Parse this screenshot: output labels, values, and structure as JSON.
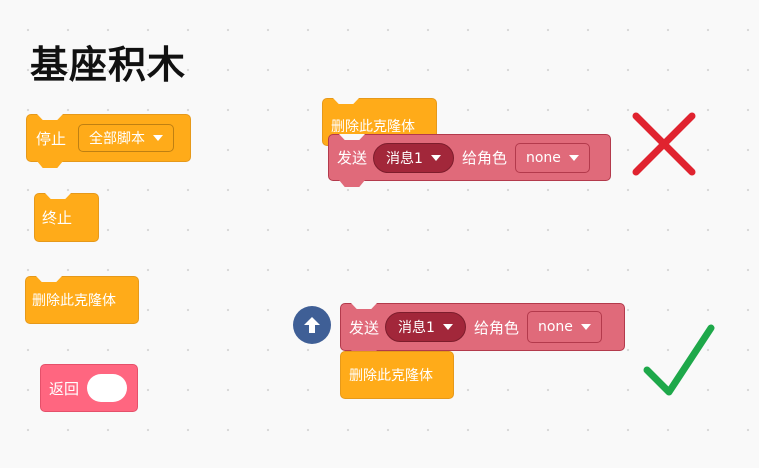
{
  "title": "基座积木",
  "palette": {
    "stop": {
      "label": "停止",
      "dropdown": "全部脚本"
    },
    "end": {
      "label": "终止"
    },
    "delete_clone": {
      "label": "删除此克隆体"
    },
    "return": {
      "label": "返回"
    }
  },
  "wrong_example": {
    "top_block": "删除此克隆体",
    "send_block": {
      "label": "发送",
      "message": "消息1",
      "to_role": "给角色",
      "target": "none"
    }
  },
  "right_example": {
    "send_block": {
      "label": "发送",
      "message": "消息1",
      "to_role": "给角色",
      "target": "none"
    },
    "bottom_block": "删除此克隆体"
  },
  "colors": {
    "control_orange": "#ffab19",
    "event_red": "#e06a7a",
    "return_pink": "#ff6680",
    "cross": "#e0232f",
    "check": "#1ea84a",
    "arrow_circle": "#3f5f96"
  },
  "icons": [
    "up-arrow-icon",
    "cross-mark-icon",
    "check-mark-icon",
    "caret-down-icon"
  ]
}
